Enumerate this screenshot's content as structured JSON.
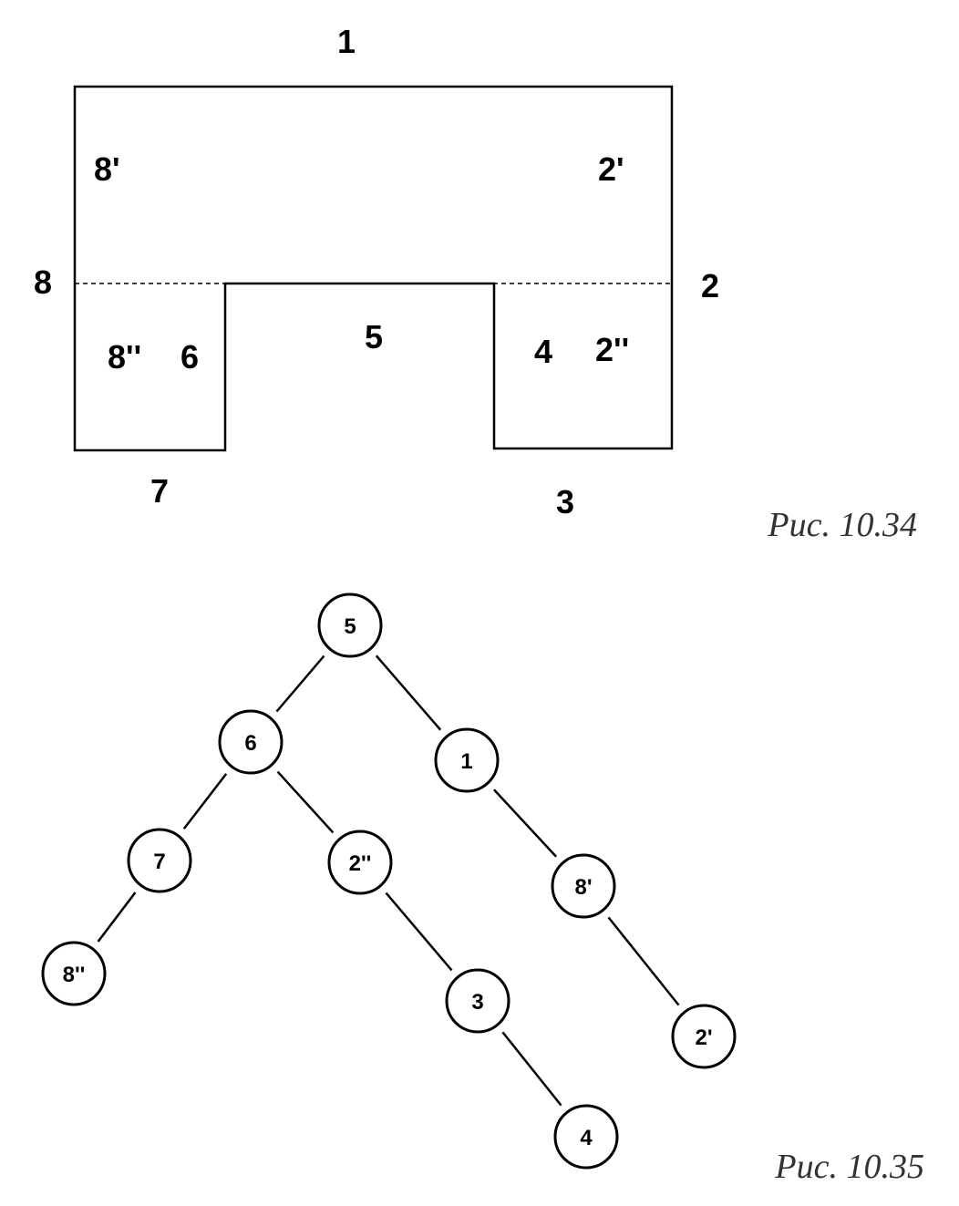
{
  "figure1": {
    "labels": {
      "edge_1": "1",
      "edge_2": "2",
      "edge_3": "3",
      "edge_4": "4",
      "edge_5": "5",
      "edge_6": "6",
      "edge_7": "7",
      "edge_8": "8",
      "part_8p": "8'",
      "part_2p": "2'",
      "part_8pp": "8''",
      "part_2pp": "2''"
    },
    "caption": "Рис. 10.34"
  },
  "figure2": {
    "nodes": [
      {
        "id": "n5",
        "label": "5"
      },
      {
        "id": "n6",
        "label": "6"
      },
      {
        "id": "n1",
        "label": "1"
      },
      {
        "id": "n7",
        "label": "7"
      },
      {
        "id": "n2pp",
        "label": "2''"
      },
      {
        "id": "n8p",
        "label": "8'"
      },
      {
        "id": "n8pp",
        "label": "8''"
      },
      {
        "id": "n3",
        "label": "3"
      },
      {
        "id": "n2p",
        "label": "2'"
      },
      {
        "id": "n4",
        "label": "4"
      }
    ],
    "edges": [
      [
        "n5",
        "n6"
      ],
      [
        "n5",
        "n1"
      ],
      [
        "n6",
        "n7"
      ],
      [
        "n6",
        "n2pp"
      ],
      [
        "n1",
        "n8p"
      ],
      [
        "n7",
        "n8pp"
      ],
      [
        "n2pp",
        "n3"
      ],
      [
        "n8p",
        "n2p"
      ],
      [
        "n3",
        "n4"
      ]
    ],
    "caption": "Рис. 10.35"
  }
}
